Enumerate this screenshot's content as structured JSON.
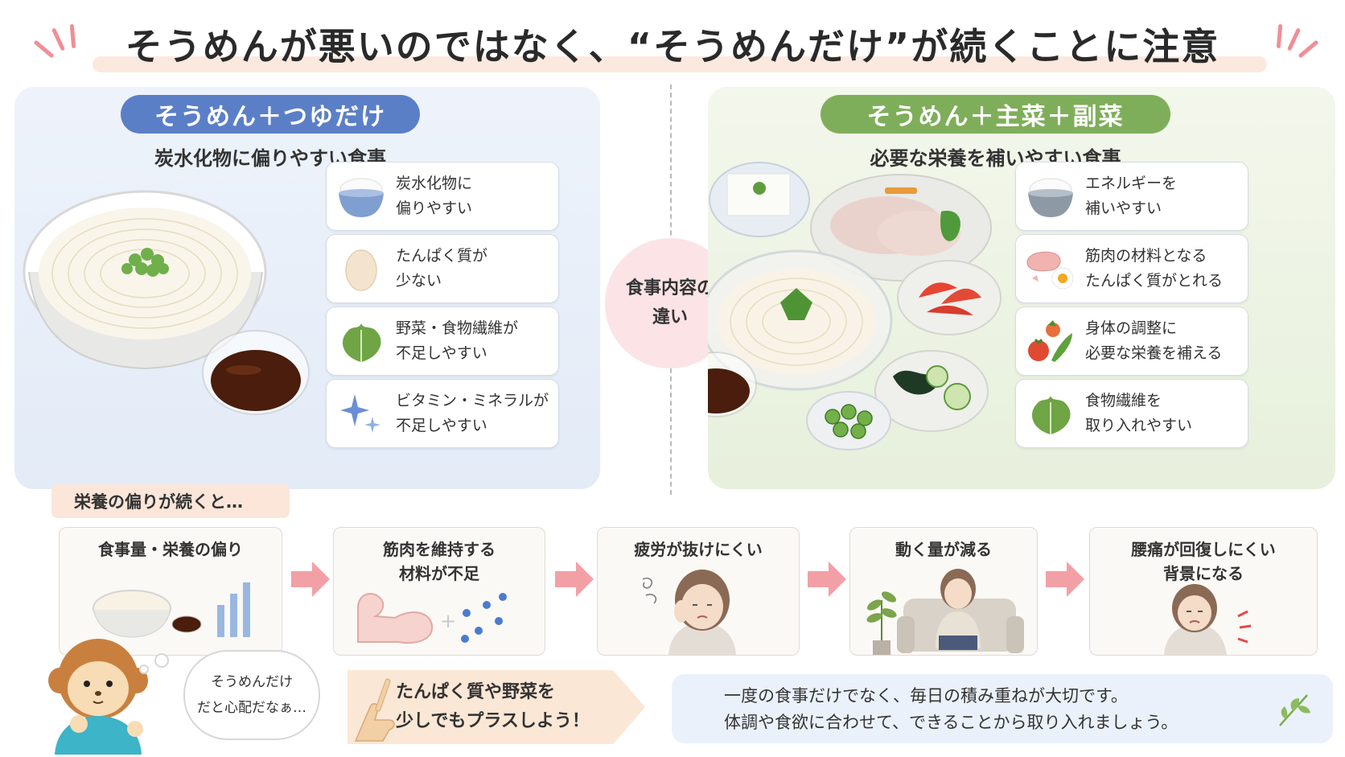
{
  "title": "そうめんが悪いのではなく、“そうめんだけ”が続くことに注意",
  "left": {
    "pill": "そうめん＋つゆだけ",
    "subtitle": "炭水化物に偏りやすい食事",
    "cards": [
      {
        "icon": "rice-bowl-icon",
        "lines": [
          "炭水化物に",
          "偏りやすい"
        ]
      },
      {
        "icon": "egg-icon",
        "lines": [
          "たんぱく質が",
          "少ない"
        ]
      },
      {
        "icon": "leafy-vegetable-icon",
        "lines": [
          "野菜・食物繊維が",
          "不足しやすい"
        ]
      },
      {
        "icon": "sparkle-icon",
        "lines": [
          "ビタミン・ミネラルが",
          "不足しやすい"
        ]
      }
    ]
  },
  "center": {
    "lines": [
      "食事内容の",
      "違い"
    ]
  },
  "right": {
    "pill": "そうめん＋主菜＋副菜",
    "subtitle": "必要な栄養を補いやすい食事",
    "cards": [
      {
        "icon": "rice-bowl-icon",
        "lines": [
          "エネルギーを",
          "補いやすい"
        ]
      },
      {
        "icon": "meat-egg-icon",
        "lines": [
          "筋肉の材料となる",
          "たんぱく質がとれる"
        ]
      },
      {
        "icon": "vegetables-icon",
        "lines": [
          "身体の調整に",
          "必要な栄養を補える"
        ]
      },
      {
        "icon": "leafy-vegetable-icon",
        "lines": [
          "食物繊維を",
          "取り入れやすい"
        ]
      }
    ]
  },
  "flow": {
    "label": "栄養の偏りが続くと…",
    "steps": [
      {
        "lines": [
          "食事量・栄養の偏り"
        ]
      },
      {
        "lines": [
          "筋肉を維持する",
          "材料が不足"
        ]
      },
      {
        "lines": [
          "疲労が抜けにくい"
        ]
      },
      {
        "lines": [
          "動く量が減る"
        ]
      },
      {
        "lines": [
          "腰痛が回復しにくい",
          "背景になる"
        ]
      }
    ]
  },
  "bubble": {
    "lines": [
      "そうめんだけ",
      "だと心配だなぁ…"
    ]
  },
  "cta": {
    "lines": [
      "たんぱく質や野菜を",
      "少しでもプラスしよう！"
    ]
  },
  "note": {
    "lines": [
      "一度の食事だけでなく、毎日の積み重ねが大切です。",
      "体調や食欲に合わせて、できることから取り入れましょう。"
    ]
  },
  "colors": {
    "left_accent": "#5b7fc7",
    "right_accent": "#7fae5a",
    "arrow": "#f2a0a6",
    "center_circle": "#fbe3e6"
  }
}
